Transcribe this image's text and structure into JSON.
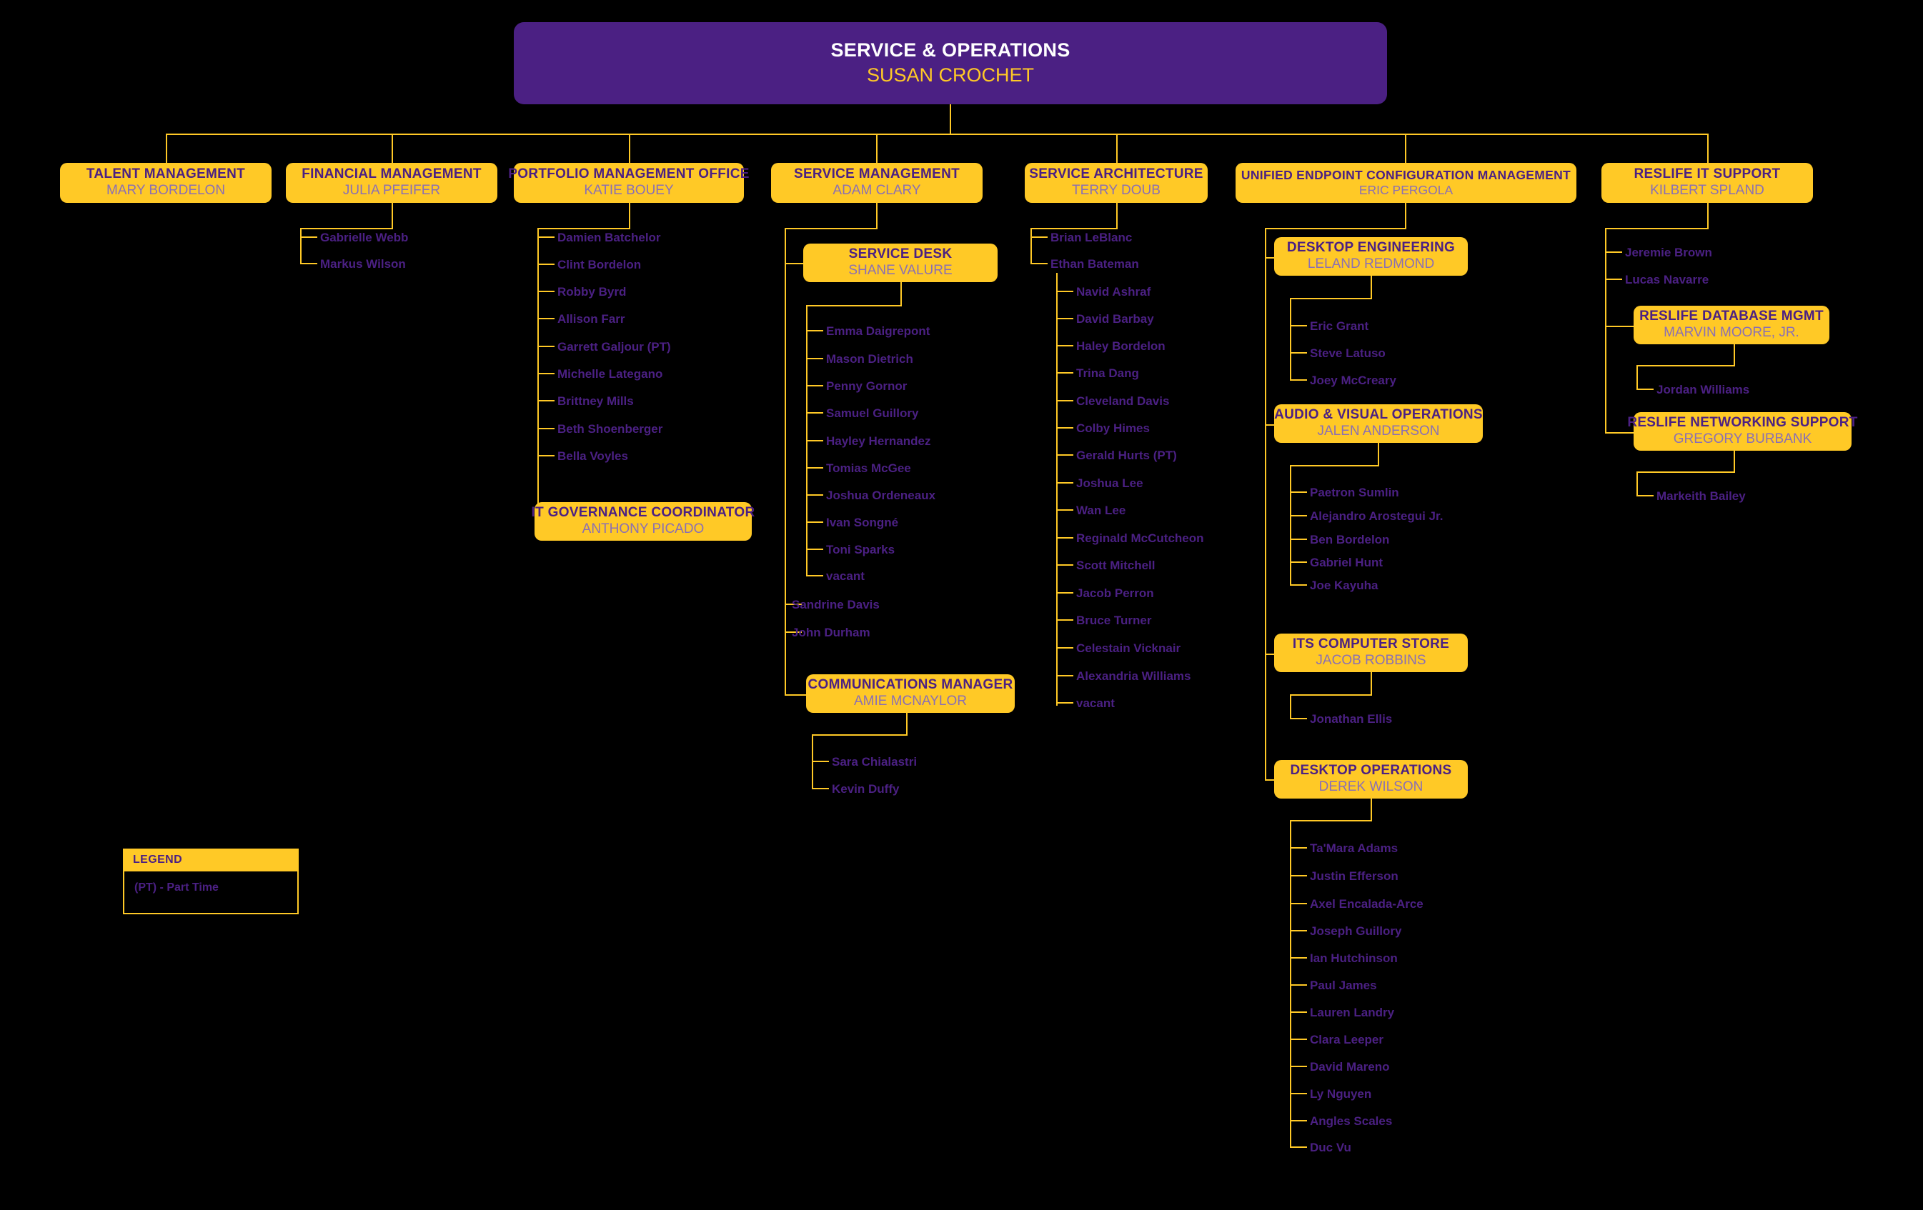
{
  "colors": {
    "background": "#000000",
    "accent_yellow": "#ffc926",
    "root_purple": "#4b2083",
    "name_purple": "#4b2083",
    "subtitle_purple": "#8a6fb5",
    "root_title_white": "#ffffff"
  },
  "root": {
    "title": "SERVICE & OPERATIONS",
    "person": "SUSAN CROCHET"
  },
  "departments": {
    "talent_management": {
      "title": "TALENT MANAGEMENT",
      "person": "MARY BORDELON"
    },
    "financial_management": {
      "title": "FINANCIAL MANAGEMENT",
      "person": "JULIA PFEIFER"
    },
    "portfolio_management_office": {
      "title": "PORTFOLIO MANAGEMENT OFFICE",
      "person": "KATIE BOUEY"
    },
    "service_management": {
      "title": "SERVICE MANAGEMENT",
      "person": "ADAM CLARY"
    },
    "service_architecture": {
      "title": "SERVICE ARCHITECTURE",
      "person": "TERRY DOUB"
    },
    "unified_endpoint": {
      "title": "UNIFIED ENDPOINT CONFIGURATION MANAGEMENT",
      "person": "ERIC PERGOLA"
    },
    "reslife_it_support": {
      "title": "RESLIFE IT SUPPORT",
      "person": "KILBERT SPLAND"
    }
  },
  "sub_units": {
    "it_governance_coordinator": {
      "title": "IT GOVERNANCE COORDINATOR",
      "person": "ANTHONY PICADO"
    },
    "service_desk": {
      "title": "SERVICE DESK",
      "person": "SHANE VALURE"
    },
    "communications_manager": {
      "title": "COMMUNICATIONS MANAGER",
      "person": "AMIE MCNAYLOR"
    },
    "desktop_engineering": {
      "title": "DESKTOP ENGINEERING",
      "person": "LELAND REDMOND"
    },
    "audio_visual_operations": {
      "title": "AUDIO & VISUAL OPERATIONS",
      "person": "JALEN ANDERSON"
    },
    "its_computer_store": {
      "title": "ITS COMPUTER STORE",
      "person": "JACOB ROBBINS"
    },
    "desktop_operations": {
      "title": "DESKTOP OPERATIONS",
      "person": "DEREK WILSON"
    },
    "reslife_database_mgmt": {
      "title": "RESLIFE DATABASE MGMT",
      "person": "MARVIN MOORE, JR."
    },
    "reslife_networking_support": {
      "title": "RESLIFE NETWORKING SUPPORT",
      "person": "GREGORY BURBANK"
    }
  },
  "staff": {
    "financial_management": [
      "Gabrielle Webb",
      "Markus Wilson"
    ],
    "portfolio_management_office": [
      "Damien Batchelor",
      "Clint Bordelon",
      "Robby Byrd",
      "Allison Farr",
      "Garrett Galjour (PT)",
      "Michelle Lategano",
      "Brittney Mills",
      "Beth Shoenberger",
      "Bella Voyles"
    ],
    "service_desk": [
      "Emma Daigrepont",
      "Mason Dietrich",
      "Penny Gornor",
      "Samuel Guillory",
      "Hayley Hernandez",
      "Tomias McGee",
      "Joshua Ordeneaux",
      "Ivan Songné",
      "Toni Sparks",
      "vacant"
    ],
    "service_management_direct": [
      "Sandrine Davis",
      "John Durham"
    ],
    "communications_manager": [
      "Sara Chialastri",
      "Kevin Duffy"
    ],
    "service_architecture_direct": [
      "Brian LeBlanc",
      "Ethan Bateman"
    ],
    "ethan_bateman": [
      "Navid Ashraf",
      "David Barbay",
      "Haley Bordelon",
      "Trina Dang",
      "Cleveland Davis",
      "Colby Himes",
      "Gerald Hurts (PT)",
      "Joshua Lee",
      "Wan Lee",
      "Reginald McCutcheon",
      "Scott Mitchell",
      "Jacob Perron",
      "Bruce Turner",
      "Celestain Vicknair",
      "Alexandria Williams",
      "vacant"
    ],
    "desktop_engineering": [
      "Eric Grant",
      "Steve Latuso",
      "Joey McCreary"
    ],
    "audio_visual_operations": [
      "Paetron Sumlin",
      "Alejandro Arostegui Jr.",
      "Ben Bordelon",
      "Gabriel Hunt",
      "Joe Kayuha"
    ],
    "its_computer_store": [
      "Jonathan Ellis"
    ],
    "desktop_operations": [
      "Ta'Mara Adams",
      "Justin Efferson",
      "Axel Encalada-Arce",
      "Joseph Guillory",
      "Ian Hutchinson",
      "Paul James",
      "Lauren Landry",
      "Clara Leeper",
      "David Mareno",
      "Ly Nguyen",
      "Angles Scales",
      "Duc Vu"
    ],
    "reslife_it_support_direct": [
      "Jeremie Brown",
      "Lucas Navarre"
    ],
    "reslife_database_mgmt": [
      "Jordan Williams"
    ],
    "reslife_networking_support": [
      "Markeith Bailey"
    ]
  },
  "legend": {
    "heading": "LEGEND",
    "entry": "(PT) - Part Time"
  }
}
